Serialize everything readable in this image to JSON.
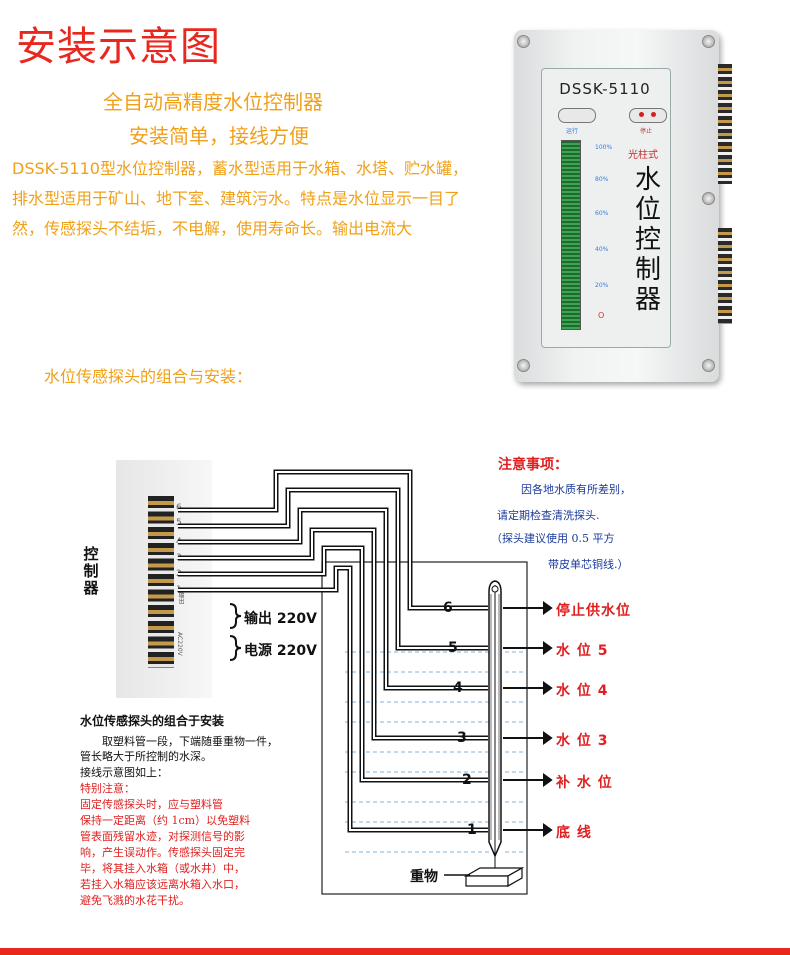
{
  "title": "安装示意图",
  "subtitle1": "全自动高精度水位控制器",
  "subtitle2": "安装简单，接线方便",
  "description": "DSSK-5110型水位控制器，蓄水型适用于水箱、水塔、贮水罐，排水型适用于矿山、地下室、建筑污水。特点是水位显示一目了然，传感探头不结垢，不电解，使用寿命长。输出电流大",
  "section_title": "水位传感探头的组合与安装：",
  "device": {
    "model": "DSSK-5110",
    "run_label": "运行",
    "stop_label": "停止",
    "type_label": "光柱式",
    "name": "水位控制器",
    "percents": [
      "100%",
      "80%",
      "60%",
      "40%",
      "20%"
    ],
    "zero": "O"
  },
  "controller": {
    "label": "控制器",
    "terminal_numbers": [
      "6",
      "5",
      "4",
      "3",
      "2",
      "1"
    ],
    "output": "输出 220V",
    "power": "电源 220V",
    "side_text_1": "输出",
    "side_text_2": "AC220V"
  },
  "probe": {
    "weight_label": "重物",
    "levels": [
      {
        "num": "6",
        "label": "停止供水位"
      },
      {
        "num": "5",
        "label": "水 位 5"
      },
      {
        "num": "4",
        "label": "水 位 4"
      },
      {
        "num": "3",
        "label": "水 位 3"
      },
      {
        "num": "2",
        "label": "补 水 位"
      },
      {
        "num": "1",
        "label": "底   线"
      }
    ]
  },
  "notice": {
    "title": "注意事项：",
    "lines": [
      "因各地水质有所差别，",
      "请定期检查清洗探头.",
      "（探头建议使用 0.5 平方",
      "带皮单芯铜线.）"
    ]
  },
  "install": {
    "title": "水位传感探头的组合于安装",
    "black_lines": [
      "取塑料管一段，下端随垂重物一件，",
      "管长略大于所控制的水深。",
      "接线示意图如上："
    ],
    "red_lines": [
      "特别注意：",
      "固定传感探头时，应与塑料管",
      "保持一定距离（约 1cm）以免塑料",
      "管表面残留水迹，对探测信号的影",
      "响，产生误动作。传感探头固定完",
      "毕，将其挂入水箱（或水井）中，",
      "若挂入水箱应该远离水箱入水口，",
      "避免飞溅的水花干扰。"
    ]
  },
  "colors": {
    "title_red": "#e8281e",
    "text_orange": "#f0a018",
    "level_red": "#e02020",
    "notice_blue": "#1a3a9a"
  }
}
